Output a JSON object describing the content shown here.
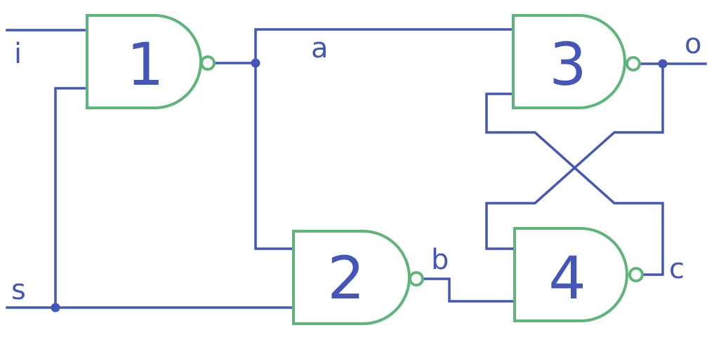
{
  "colors": {
    "wire": "#4457b8",
    "gate": "#5db57a",
    "background": "#ffffff"
  },
  "gates": [
    {
      "id": "1",
      "type": "NAND",
      "label": "1"
    },
    {
      "id": "2",
      "type": "NAND",
      "label": "2"
    },
    {
      "id": "3",
      "type": "NAND",
      "label": "3"
    },
    {
      "id": "4",
      "type": "NAND",
      "label": "4"
    }
  ],
  "signals": {
    "i": "i",
    "s": "s",
    "a": "a",
    "b": "b",
    "c": "c",
    "o": "o"
  }
}
